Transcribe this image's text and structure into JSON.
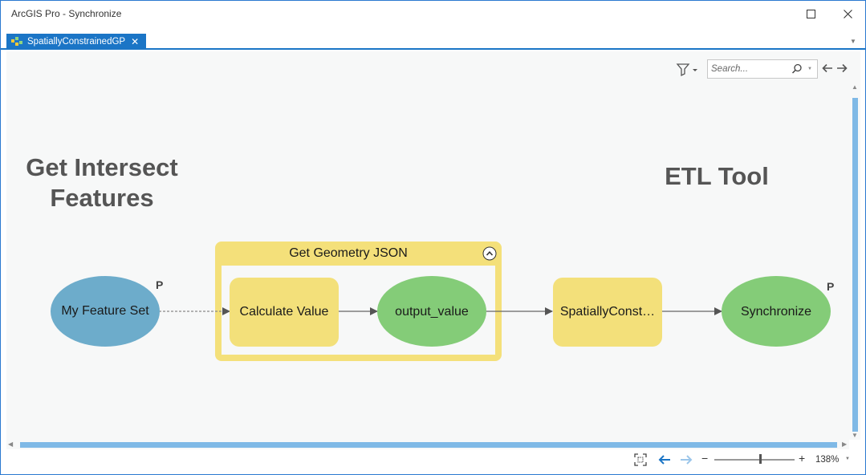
{
  "window": {
    "title": "ArcGIS Pro - Synchronize"
  },
  "tab": {
    "label": "SpatiallyConstrainedGP",
    "close": "✕"
  },
  "search": {
    "placeholder": "Search..."
  },
  "headings": {
    "left_line1": "Get Intersect",
    "left_line2": "Features",
    "right": "ETL Tool"
  },
  "diagram": {
    "group_title": "Get Geometry JSON",
    "nodes": {
      "feature_set": "My Feature Set",
      "calculate_value": "Calculate Value",
      "output_value": "output_value",
      "spatially_constrained": "SpatiallyConst…",
      "synchronize": "Synchronize"
    },
    "param_marker": "P"
  },
  "colors": {
    "accent": "#1b75c6",
    "variable_blue": "#6daccb",
    "tool_yellow": "#f3e07a",
    "output_green": "#84cc78",
    "group_border": "#f4e07a"
  },
  "statusbar": {
    "zoom_minus": "−",
    "zoom_plus": "+",
    "zoom_level": "138%"
  }
}
